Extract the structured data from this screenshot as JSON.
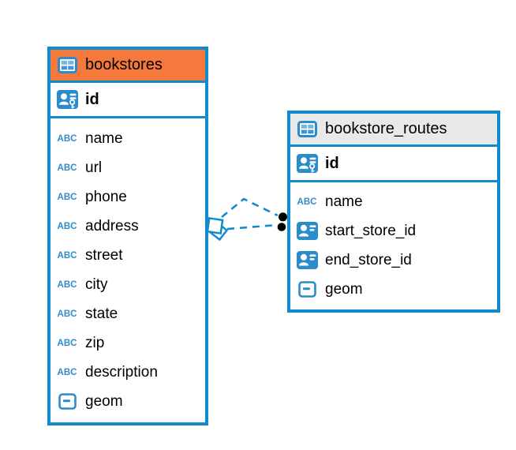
{
  "diagram": {
    "accent_blue": "#128bce",
    "icon_blue": "#2b8ccb",
    "selected_header_color": "#f5783c",
    "normal_header_color": "#e9e9e9",
    "text_color": "#000000",
    "marker_dot_color": "#000000"
  },
  "icons": {
    "text_type_label": "ABC"
  },
  "tables": [
    {
      "title": "bookstores",
      "selected": true,
      "key_columns": [
        {
          "name": "id",
          "icon": "primary-key-icon"
        }
      ],
      "columns": [
        {
          "name": "name",
          "icon": "text-type-icon"
        },
        {
          "name": "url",
          "icon": "text-type-icon"
        },
        {
          "name": "phone",
          "icon": "text-type-icon"
        },
        {
          "name": "address",
          "icon": "text-type-icon"
        },
        {
          "name": "street",
          "icon": "text-type-icon"
        },
        {
          "name": "city",
          "icon": "text-type-icon"
        },
        {
          "name": "state",
          "icon": "text-type-icon"
        },
        {
          "name": "zip",
          "icon": "text-type-icon"
        },
        {
          "name": "description",
          "icon": "text-type-icon"
        },
        {
          "name": "geom",
          "icon": "geometry-type-icon"
        }
      ]
    },
    {
      "title": "bookstore_routes",
      "selected": false,
      "key_columns": [
        {
          "name": "id",
          "icon": "primary-key-icon"
        }
      ],
      "columns": [
        {
          "name": "name",
          "icon": "text-type-icon"
        },
        {
          "name": "start_store_id",
          "icon": "reference-column-icon"
        },
        {
          "name": "end_store_id",
          "icon": "reference-column-icon"
        },
        {
          "name": "geom",
          "icon": "geometry-type-icon"
        }
      ]
    }
  ],
  "relationships": [
    {
      "from_table": "bookstores",
      "to_table": "bookstore_routes",
      "line_style": "dashed"
    },
    {
      "from_table": "bookstores",
      "to_table": "bookstore_routes",
      "line_style": "dashed"
    }
  ]
}
